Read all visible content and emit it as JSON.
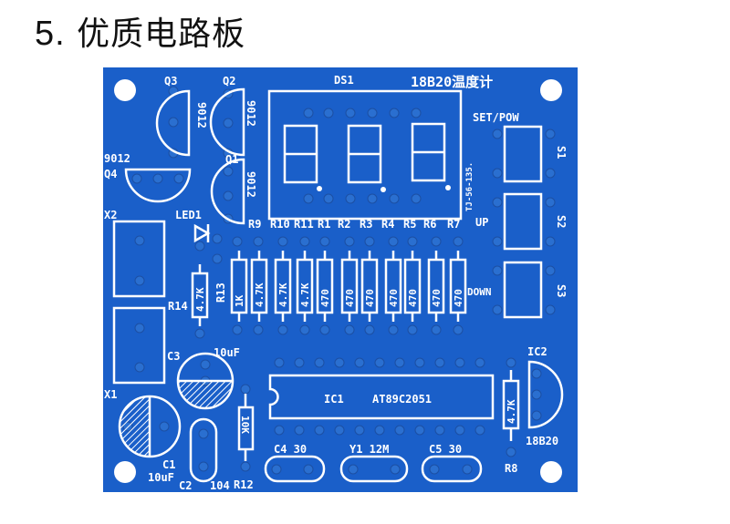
{
  "title": {
    "number": "5.",
    "text": "优质电路板"
  },
  "board": {
    "color": "#1a5fc9",
    "heading": "18B20温度计",
    "display": "DS1",
    "display_part": "TJ-56-135.",
    "transistors": [
      {
        "ref": "Q3",
        "part": "9012"
      },
      {
        "ref": "Q2",
        "part": "9012"
      },
      {
        "ref": "Q1",
        "part": "9012"
      },
      {
        "ref": "Q4",
        "part": "9012"
      }
    ],
    "led": "LED1",
    "connectors": [
      "X2",
      "X1"
    ],
    "resistor_refs": [
      "R9",
      "R10",
      "R11",
      "R1",
      "R2",
      "R3",
      "R4",
      "R5",
      "R6",
      "R7"
    ],
    "resistor_values": [
      "1K",
      "4.7K",
      "4.7K",
      "4.7K",
      "470",
      "470",
      "470",
      "470",
      "470",
      "470",
      "470"
    ],
    "r13": "R13",
    "r14": "R14",
    "r14_value": "4.7K",
    "switches": {
      "set": "SET/POW",
      "up": "UP",
      "down": "DOWN",
      "s1": "S1",
      "s2": "S2",
      "s3": "S3"
    },
    "c3": "C3",
    "c3_value": "10uF",
    "c1": "C1",
    "c1_value": "10uF",
    "c2": "C2",
    "c2_value": "104",
    "r12": "R12",
    "r12_value": "10K",
    "ic1": "IC1",
    "ic1_part": "AT89C2051",
    "c4": "C4 30",
    "y1": "Y1 12M",
    "c5": "C5 30",
    "ic2": "IC2",
    "ic2_part": "18B20",
    "r8": "R8",
    "r8_value": "4.7K"
  }
}
